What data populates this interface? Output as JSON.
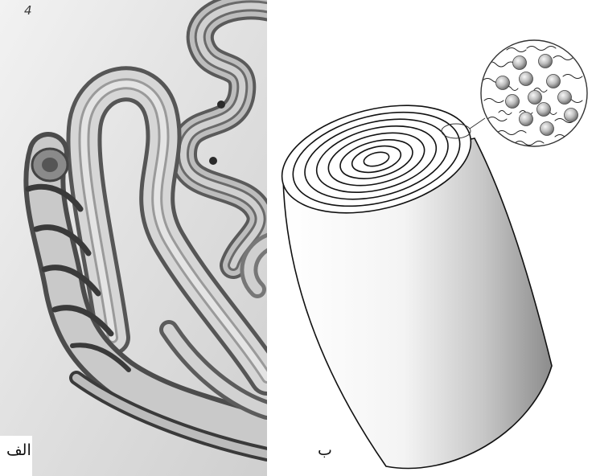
{
  "panels": {
    "a": {
      "label": "الف",
      "page_number": "4"
    },
    "b": {
      "label": "ب"
    }
  },
  "colors": {
    "photo_background": "#e2e2e2",
    "tube_stroke": "#3e3e3e",
    "cylinder_shade": "#8e8e8e",
    "sphere_fill": "#b8b8b8"
  }
}
